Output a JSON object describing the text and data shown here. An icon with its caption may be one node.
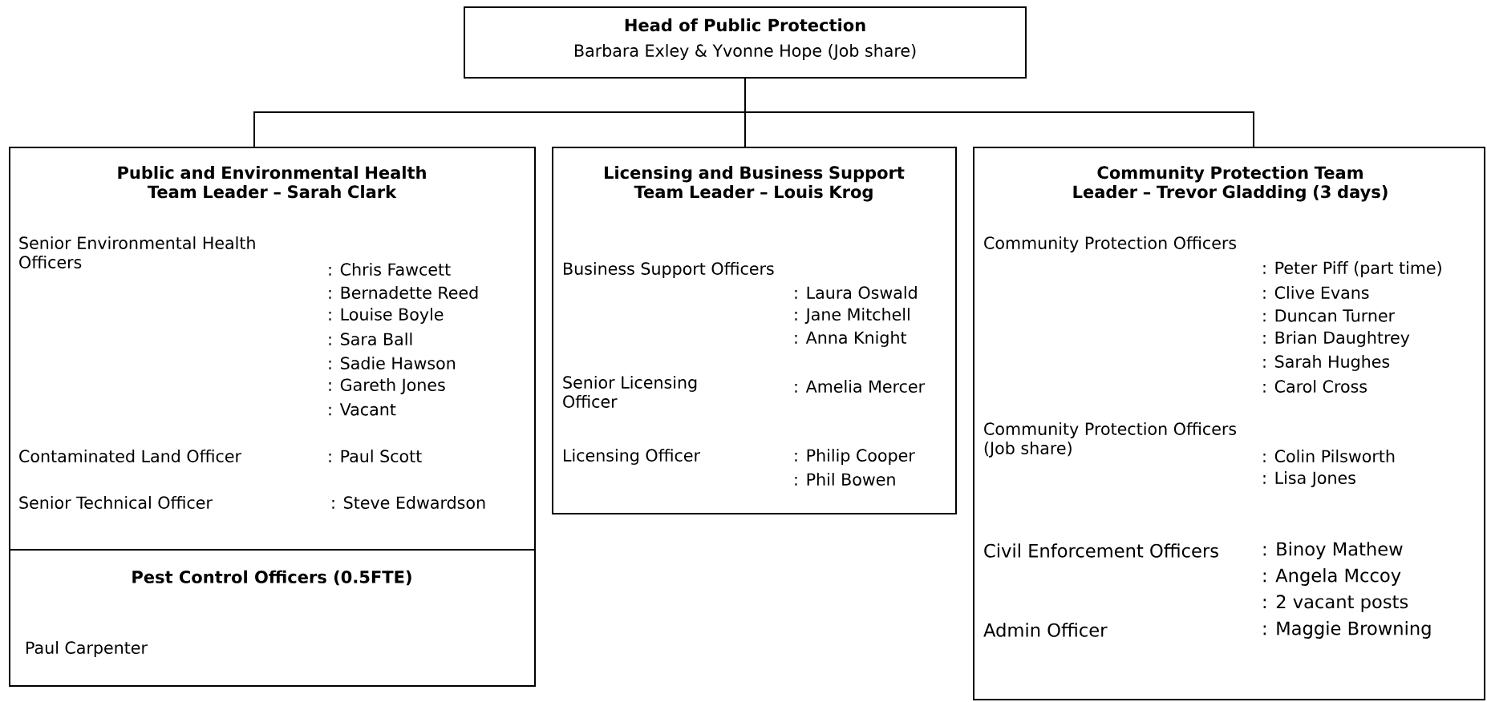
{
  "diagram": {
    "nodes": [
      {
        "text": [
          "Head of Public Protection",
          "Barbara Exley & Yvonne Hope (Job share)"
        ]
      },
      {
        "text": [
          "Public and Environmental Health Team Leader – Sarah Clark",
          "Senior Environmental Health Officers",
          ": Chris Fawcett",
          ": Bernadette Reed",
          ": Louise Boyle",
          ": Sara Ball",
          ": Sadie Hawson",
          ": Gareth Jones",
          ": Vacant",
          "Contaminated Land Officer",
          ": Paul Scott",
          "Senior Technical Officer",
          ": Steve Edwardson"
        ]
      },
      {
        "text": [
          "Pest Control Officers (0.5FTE)",
          "Paul Carpenter"
        ]
      },
      {
        "text": [
          "Licensing and Business Support Team Leader – Louis Krog",
          "Business Support Officers",
          ": Laura Oswald",
          ": Jane Mitchell",
          ": Anna Knight",
          "Senior Licensing Officer",
          ": Amelia Mercer",
          "Licensing Officer",
          ": Philip Cooper",
          ": Phil Bowen"
        ]
      },
      {
        "text": [
          "Community Protection Team Leader – Trevor Gladding (3 days)",
          "Community Protection Officers",
          ": Peter Piff (part time)",
          ": Clive Evans",
          ": Duncan Turner",
          ": Brian Daughtrey",
          ": Sarah Hughes",
          ": Carol Cross",
          "Community Protection Officers (Job share)",
          ": Colin Pilsworth",
          ": Lisa Jones",
          "Civil Enforcement Officers",
          ": Binoy Mathew",
          ": Angela Mccoy",
          ": 2 vacant posts",
          "Admin Officer",
          ": Maggie Browning"
        ]
      }
    ],
    "edges": [
      {
        "from": 0,
        "to": 1,
        "arrow": "none"
      },
      {
        "from": 0,
        "to": 3,
        "arrow": "none"
      },
      {
        "from": 0,
        "to": 4,
        "arrow": "none"
      }
    ]
  }
}
